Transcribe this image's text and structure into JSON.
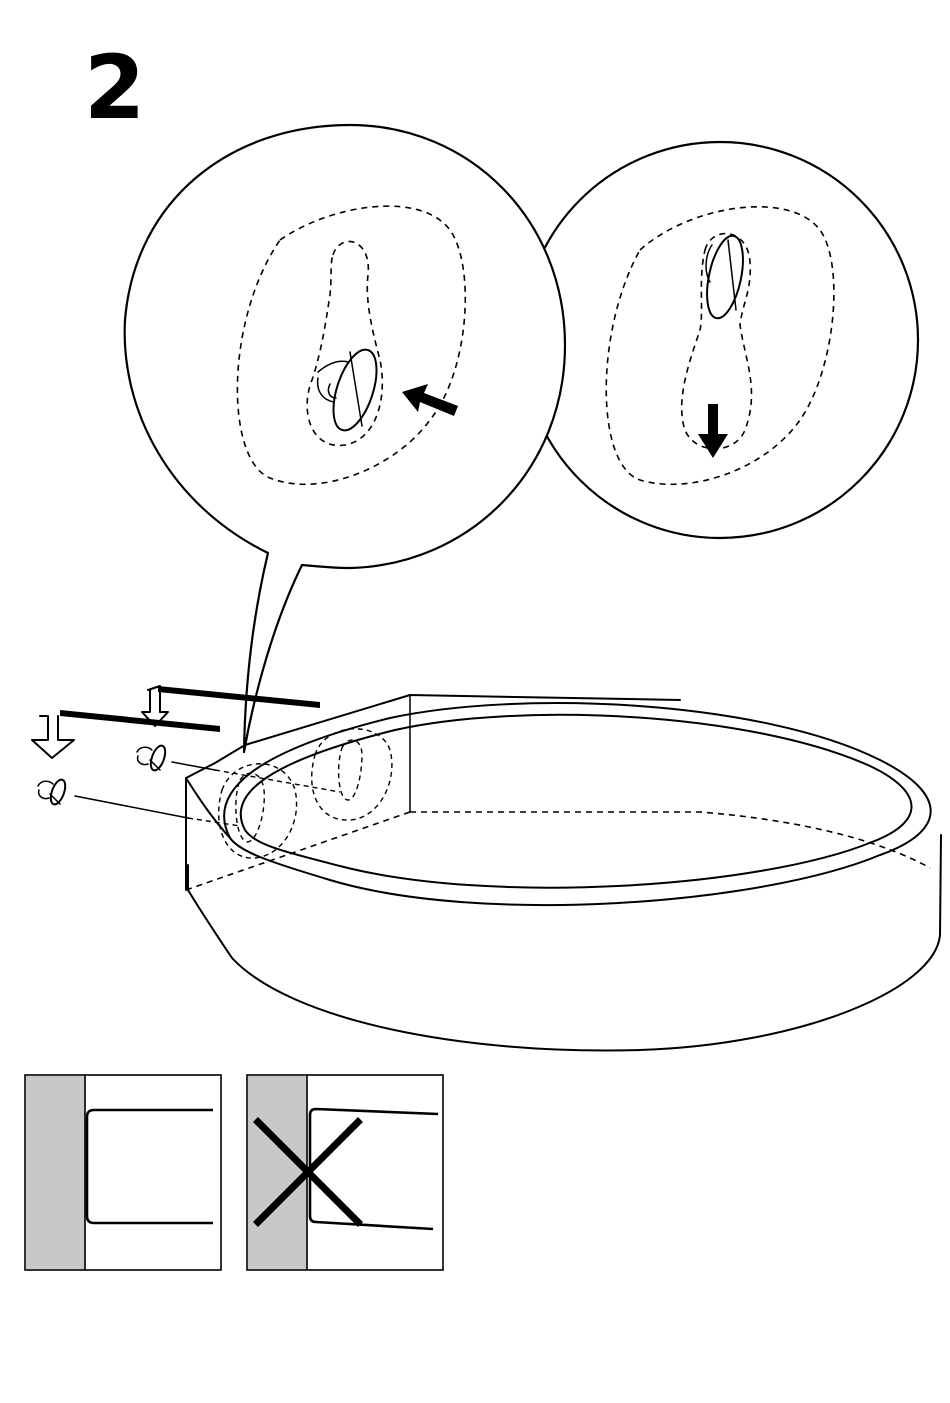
{
  "step": {
    "number": "2"
  },
  "colors": {
    "ink": "#000000",
    "paper": "#ffffff",
    "wall_shading": "#c8c8cb"
  },
  "panels": [
    {
      "name": "correct-mounting",
      "mark": "none"
    },
    {
      "name": "incorrect-mounting",
      "mark": "cross"
    }
  ],
  "icons": [
    "screw-icon",
    "push-arrow-icon",
    "down-arrow-icon",
    "cross-mark-icon",
    "install-direction-arrow-icon"
  ]
}
